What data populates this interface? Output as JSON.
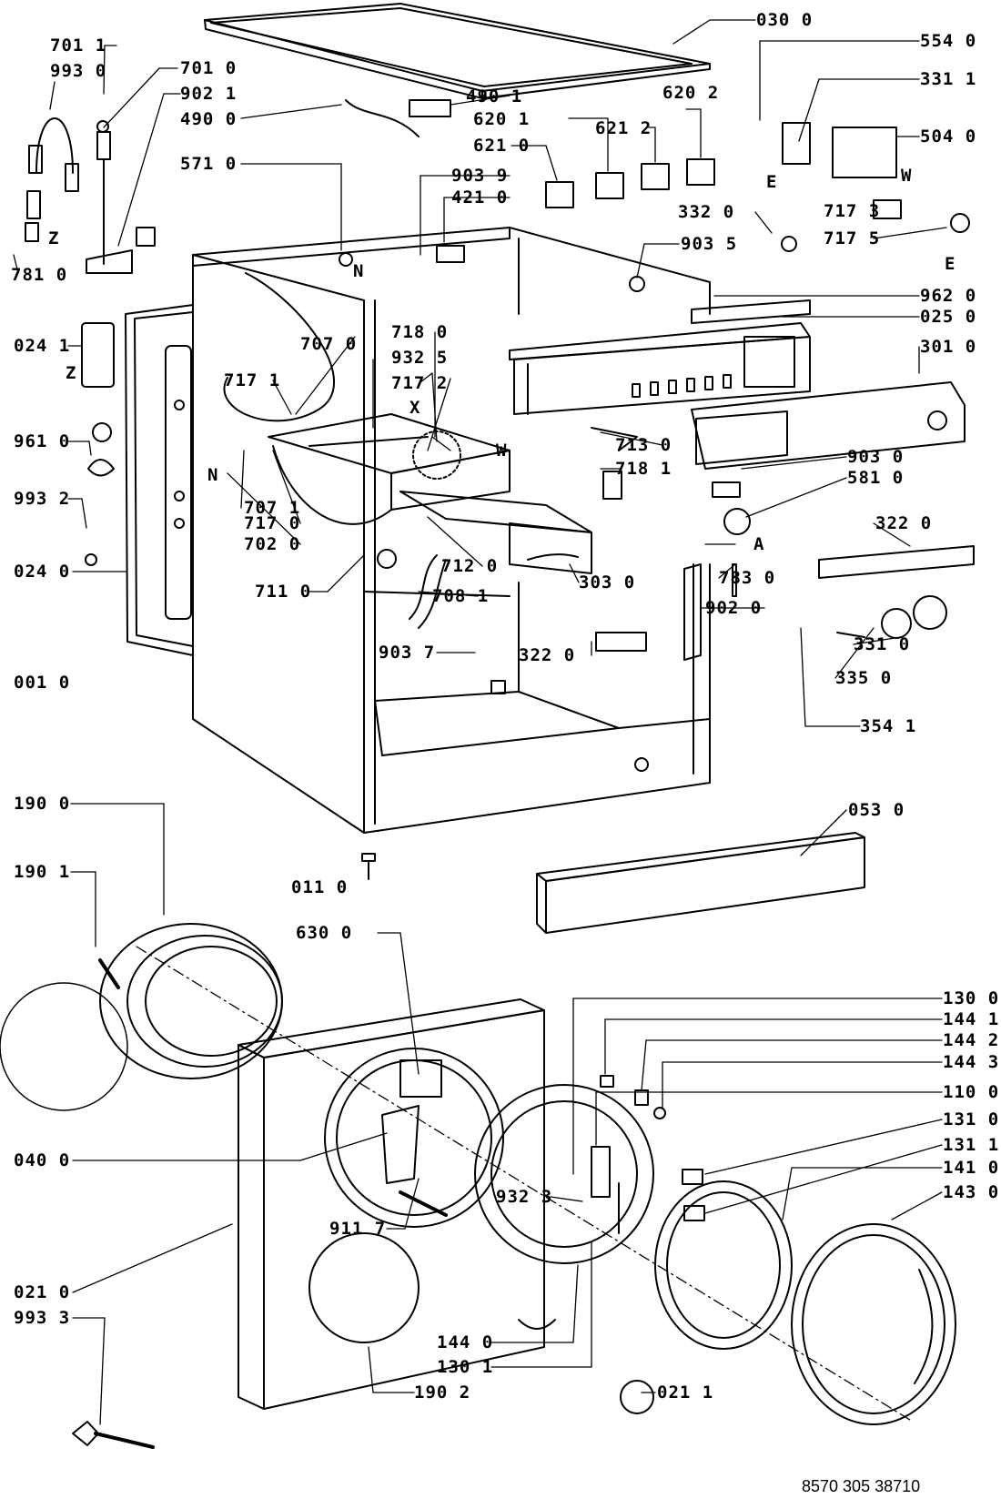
{
  "document_number": "8570 305 38710",
  "callouts": {
    "c001_0": "001 0",
    "c011_0": "011 0",
    "c021_0": "021 0",
    "c021_1": "021 1",
    "c024_0": "024 0",
    "c024_1": "024 1",
    "c025_0": "025 0",
    "c030_0": "030 0",
    "c040_0": "040 0",
    "c053_0": "053 0",
    "c110_0": "110 0",
    "c130_0": "130 0",
    "c130_1": "130 1",
    "c131_0": "131 0",
    "c131_1": "131 1",
    "c141_0": "141 0",
    "c143_0": "143 0",
    "c144_0": "144 0",
    "c144_1": "144 1",
    "c144_2": "144 2",
    "c144_3": "144 3",
    "c190_0": "190 0",
    "c190_1": "190 1",
    "c190_2": "190 2",
    "c301_0": "301 0",
    "c303_0": "303 0",
    "c322_0a": "322 0",
    "c322_0b": "322 0",
    "c331_0": "331 0",
    "c331_1": "331 1",
    "c332_0": "332 0",
    "c335_0": "335 0",
    "c354_1": "354 1",
    "c421_0": "421 0",
    "c490_0": "490 0",
    "c490_1": "490 1",
    "c504_0": "504 0",
    "c554_0": "554 0",
    "c571_0": "571 0",
    "c581_0": "581 0",
    "c620_1": "620 1",
    "c620_2": "620 2",
    "c621_0": "621 0",
    "c621_2": "621 2",
    "c630_0": "630 0",
    "c701_0": "701 0",
    "c701_1": "701 1",
    "c702_0": "702 0",
    "c707_0": "707 0",
    "c707_1": "707 1",
    "c708_1": "708 1",
    "c711_0": "711 0",
    "c712_0": "712 0",
    "c713_0": "713 0",
    "c717_0": "717 0",
    "c717_1": "717 1",
    "c717_2": "717 2",
    "c717_3": "717 3",
    "c717_5": "717 5",
    "c718_0": "718 0",
    "c718_1": "718 1",
    "c781_0": "781 0",
    "c783_0": "783 0",
    "c902_0": "902 0",
    "c902_1": "902 1",
    "c903_0": "903 0",
    "c903_5": "903 5",
    "c903_7": "903 7",
    "c903_9": "903 9",
    "c911_7": "911 7",
    "c932_3": "932 3",
    "c932_5": "932 5",
    "c961_0": "961 0",
    "c962_0": "962 0",
    "c993_0": "993 0",
    "c993_2": "993 2",
    "c993_3": "993 3"
  },
  "markers": {
    "n1": "N",
    "n2": "N",
    "z1": "Z",
    "z2": "Z",
    "e1": "E",
    "e2": "E",
    "w1": "W",
    "w2": "W",
    "x1": "X",
    "a1": "A"
  }
}
